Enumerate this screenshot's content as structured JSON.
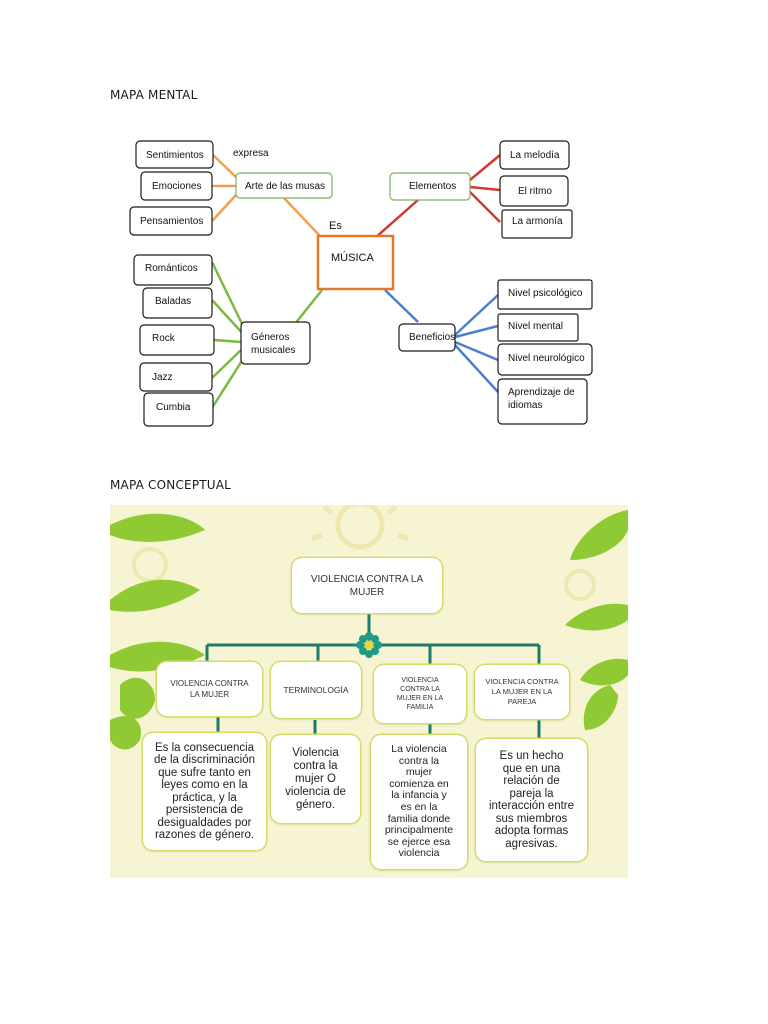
{
  "mind_map": {
    "heading": "MAPA MENTAL",
    "center": "MÚSICA",
    "es_label": "Es",
    "expresa_label": "expresa",
    "arte": "Arte de las musas",
    "arte_items": [
      "Sentimientos",
      "Emociones",
      "Pensamientos"
    ],
    "elementos": "Elementos",
    "elementos_items": [
      "La melodía",
      "El ritmo",
      "La armonía"
    ],
    "generos": [
      "Géneros",
      "musicales"
    ],
    "generos_items": [
      "Románticos",
      "Baladas",
      "Rock",
      "Jazz",
      "Cumbia"
    ],
    "beneficios": "Beneficios",
    "beneficios_items": [
      "Nivel psicológico",
      "Nivel mental",
      "Nivel neurológico"
    ],
    "beneficios_last": [
      "Aprendizaje de",
      "idiomas"
    ],
    "colors": {
      "orange": "#f0a050",
      "red": "#d23a2e",
      "green": "#7bb940",
      "blue": "#4a7fd0",
      "center": "#e07a2a"
    }
  },
  "concept_map": {
    "heading": "MAPA CONCEPTUAL",
    "root": [
      "VIOLENCIA CONTRA LA",
      "MUJER"
    ],
    "categories": [
      [
        "VIOLENCIA CONTRA",
        "LA MUJER"
      ],
      [
        "TERMINOLOGÍA"
      ],
      [
        "VIOLENCIA",
        "CONTRA LA",
        "MUJER EN LA",
        "FAMILIA"
      ],
      [
        "VIOLENCIA CONTRA",
        "LA MUJER EN LA",
        "PAREJA"
      ]
    ],
    "descriptions": [
      [
        "Es la consecuencia",
        "de la discriminación",
        "que sufre tanto en",
        "leyes como en la",
        "práctica, y la",
        "persistencia de",
        "desigualdades por",
        "razones de género."
      ],
      [
        "Violencia",
        "contra la",
        "mujer O",
        "violencia de",
        "género."
      ],
      [
        "La violencia",
        "contra la",
        "mujer",
        "comienza en",
        "la infancia y",
        "es en la",
        "familia donde",
        "principalmente",
        "se ejerce esa",
        "violencia"
      ],
      [
        "Es un hecho",
        "que en una",
        "relación de",
        "pareja la",
        "interacción entre",
        "sus miembros",
        "adopta formas",
        "agresivas."
      ]
    ],
    "colors": {
      "background": "#f7f4d4",
      "leaf": "#8fca34",
      "connector": "#1f7a6a",
      "border": "#d3dc6a"
    }
  }
}
